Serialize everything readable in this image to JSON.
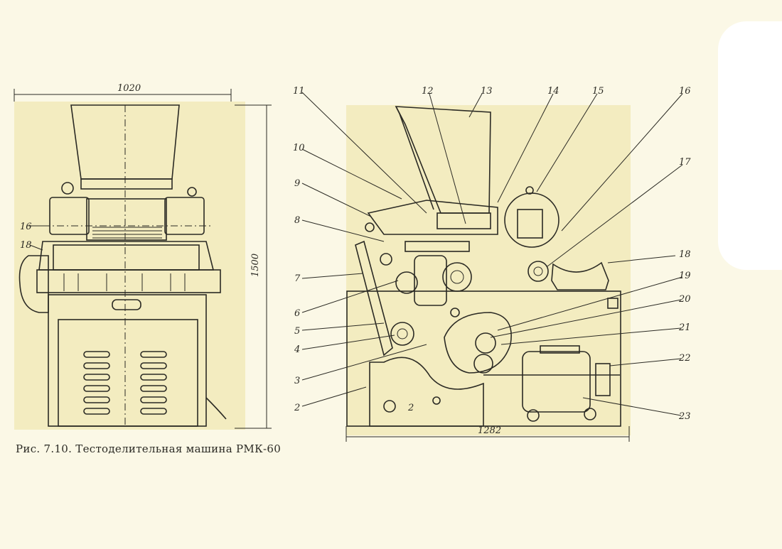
{
  "caption": "Рис. 7.10. Тестоделительная машина РМК-60",
  "front_view": {
    "dim_width": "1020",
    "dim_height": "1500",
    "labels": [
      "16",
      "18"
    ]
  },
  "side_view": {
    "dim_width": "1282",
    "labels": [
      "11",
      "12",
      "13",
      "14",
      "15",
      "16",
      "10",
      "17",
      "9",
      "8",
      "18",
      "7",
      "19",
      "6",
      "20",
      "5",
      "21",
      "4",
      "22",
      "3",
      "2",
      "2",
      "23"
    ]
  },
  "colors": {
    "paper": "#fbf8e6",
    "panel": "#f3ecc0",
    "ink": "#2b2a24"
  }
}
